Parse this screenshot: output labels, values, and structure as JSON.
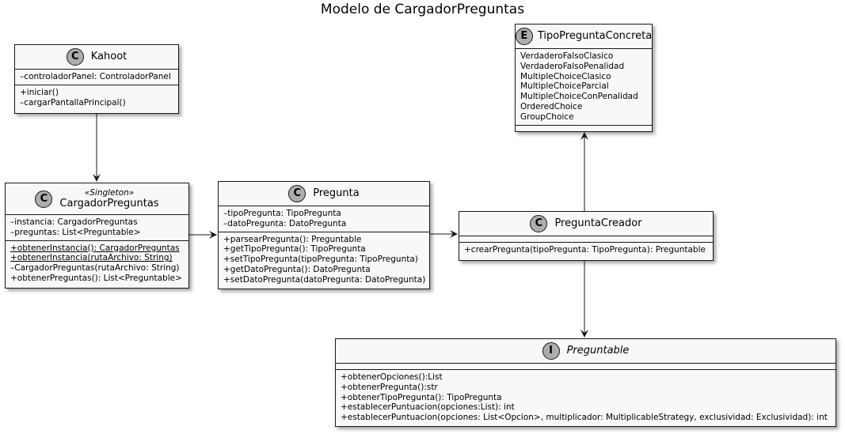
{
  "diagram": {
    "title": "Modelo de CargadorPreguntas",
    "classes": {
      "kahoot": {
        "kind": "C",
        "name": "Kahoot",
        "fields": [
          "–controladorPanel: ControladorPanel"
        ],
        "methods": [
          "+iniciar()",
          "–cargarPantallaPrincipal()"
        ]
      },
      "cargador": {
        "kind": "C",
        "stereotype": "«Singleton»",
        "name": "CargadorPreguntas",
        "fields": [
          "–instancia: CargadorPreguntas",
          "–preguntas: List<Preguntable>"
        ],
        "methods": [
          "+obtenerInstancia(): CargadorPreguntas",
          "+obtenerInstancia(rutaArchivo: String)",
          "–CargadorPreguntas(rutaArchivo: String)",
          "+obtenerPreguntas(): List<Preguntable>"
        ]
      },
      "pregunta": {
        "kind": "C",
        "name": "Pregunta",
        "fields": [
          "–tipoPregunta: TipoPregunta",
          "–datoPregunta: DatoPregunta"
        ],
        "methods": [
          "+parsearPregunta(): Preguntable",
          "+getTipoPregunta(): TipoPregunta",
          "+setTipoPregunta(tipoPregunta: TipoPregunta)",
          "+getDatoPregunta(): DatoPregunta",
          "+setDatoPregunta(datoPregunta: DatoPregunta)"
        ]
      },
      "creador": {
        "kind": "C",
        "name": "PreguntaCreador",
        "fields": [],
        "methods": [
          "+crearPregunta(tipoPregunta: TipoPregunta): Preguntable"
        ]
      },
      "tipo": {
        "kind": "E",
        "name": "TipoPreguntaConcreta",
        "fields": [
          "VerdaderoFalsoClasico",
          "VerdaderoFalsoPenalidad",
          "MultipleChoiceClasico",
          "MultipleChoiceParcial",
          "MultipleChoiceConPenalidad",
          "OrderedChoice",
          "GroupChoice"
        ],
        "methods": []
      },
      "preguntable": {
        "kind": "I",
        "name": "Preguntable",
        "fields": [],
        "methods": [
          "+obtenerOpciones():List",
          "+obtenerPregunta():str",
          "+obtenerTipoPregunta(): TipoPregunta",
          "+establecerPuntuacion(opciones:List): int",
          "+establecerPuntuacion(opciones: List<Opcion>, multiplicador: MultiplicableStrategy, exclusividad: Exclusividad): int"
        ]
      }
    },
    "colors": {
      "box_fill": "#f8f8f8",
      "border": "#181818",
      "class_circle": "#adadad",
      "enum_circle": "#adadad",
      "interface_circle": "#adadad"
    }
  }
}
